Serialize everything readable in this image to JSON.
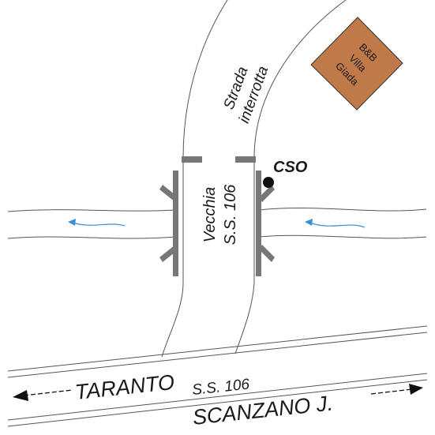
{
  "labels": {
    "interrupted_road": [
      "Strada",
      "interrotta"
    ],
    "old_road": [
      "Vecchia",
      "S.S. 106"
    ],
    "cso": "CSO",
    "bnb": [
      "B&B",
      "Villa",
      "Giada"
    ],
    "taranto": "TARANTO",
    "highway": "S.S. 106",
    "scanzano": "SCANZANO J."
  },
  "colors": {
    "bnb_fill": "#c07a4a",
    "flow_arrow": "#3a8fd0",
    "line": "#555555",
    "barrier": "#777777",
    "cso_dot": "#111111"
  },
  "icons": {
    "flow_west_left": "flow-arrow-icon",
    "flow_west_right": "flow-arrow-icon",
    "arrow_left": "arrow-left-icon",
    "arrow_right": "arrow-right-icon"
  }
}
